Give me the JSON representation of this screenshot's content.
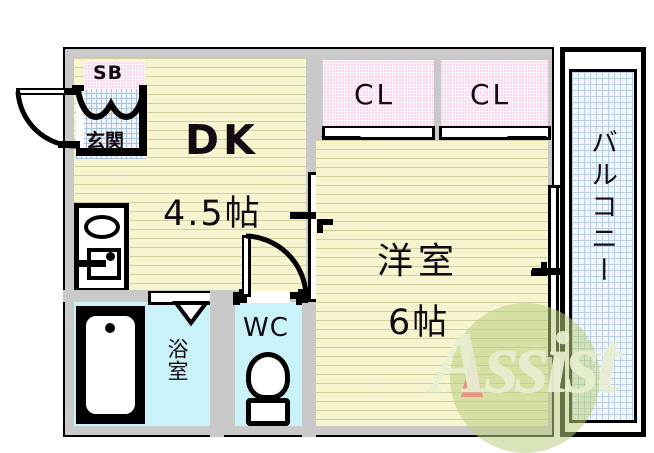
{
  "plan": {
    "type": "japanese-apartment-floor-plan",
    "layout_name": "1DK",
    "rooms": [
      {
        "id": "dk",
        "label": "DK",
        "size_label": "4.5帖",
        "floor": "flooring",
        "color": "#f7f5cf"
      },
      {
        "id": "washitsu",
        "label": "洋室",
        "size_label": "6帖",
        "floor": "flooring",
        "color": "#f7f5cf"
      },
      {
        "id": "closet1",
        "label": "CL",
        "size_label": "",
        "floor": "closet",
        "color": "#fbd7ef"
      },
      {
        "id": "closet2",
        "label": "CL",
        "size_label": "",
        "floor": "closet",
        "color": "#fbd7ef"
      },
      {
        "id": "shoebox",
        "label": "SB",
        "size_label": "",
        "floor": "closet",
        "color": "#fbd7ef"
      },
      {
        "id": "genkan",
        "label": "玄関",
        "size_label": "",
        "floor": "tile",
        "color": "#f2f6fb"
      },
      {
        "id": "bath",
        "label": "浴室",
        "size_label": "",
        "floor": "wet",
        "color": "#c9f3f8"
      },
      {
        "id": "wc",
        "label": "WC",
        "size_label": "",
        "floor": "wet",
        "color": "#c9f3f8"
      },
      {
        "id": "balcony",
        "label": "バルコニー",
        "size_label": "",
        "floor": "tile",
        "color": "#f2f6fb"
      }
    ],
    "labels": {
      "dk": "DK",
      "dk_size": "4.5帖",
      "washitsu": "洋室",
      "washitsu_size": "6帖",
      "closet_left": "CL",
      "closet_right": "CL",
      "shoe_box": "SB",
      "genkan": "玄関",
      "bath": "浴室",
      "wc": "WC",
      "balcony": "バルコニー"
    },
    "fixtures": [
      {
        "name": "bathtub",
        "room": "bath"
      },
      {
        "name": "toilet",
        "room": "wc"
      },
      {
        "name": "washbasin",
        "room": "dk"
      },
      {
        "name": "entrance-door",
        "room": "genkan",
        "swing": "outward"
      },
      {
        "name": "sliding-door",
        "between": "dk / 洋室"
      },
      {
        "name": "balcony-sliding-window",
        "between": "洋室 / バルコニー"
      },
      {
        "name": "closet-folding-door",
        "room": "closet1"
      },
      {
        "name": "closet-folding-door",
        "room": "closet2"
      },
      {
        "name": "bath-folding-door",
        "room": "bath"
      },
      {
        "name": "wc-door",
        "room": "wc"
      }
    ],
    "colors": {
      "wall": "#c9c9c9",
      "outline": "#000000",
      "flooring": "#f7f5cf",
      "closet": "#fbd7ef",
      "wet_area": "#c9f3f8",
      "tile": "#f2f6fb",
      "watermark_green": "#b9cf7e",
      "watermark_red": "#e98b7d"
    }
  },
  "watermark": {
    "text": "Assist"
  }
}
